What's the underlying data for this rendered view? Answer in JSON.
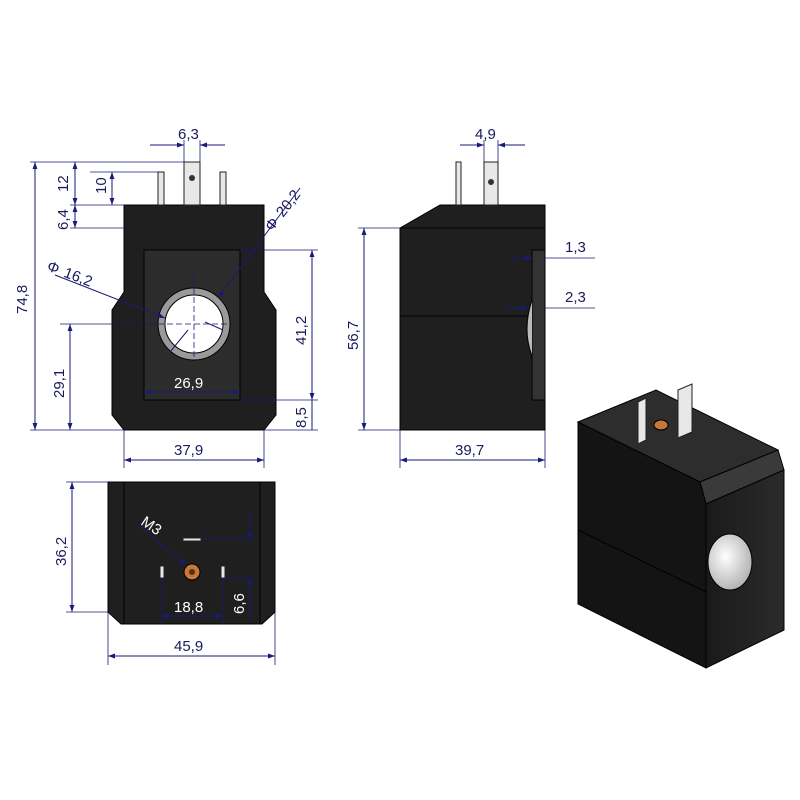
{
  "colors": {
    "dimension": "#1a1a7a",
    "body": "#1f1f1f",
    "pin": "#e8e8e8",
    "screw": "#c8773a"
  },
  "front_view": {
    "dims": {
      "terminal_spacing": "6,3",
      "terminal_height_12": "12",
      "terminal_height_10": "10",
      "terminal_base": "6,4",
      "total_height": "74,8",
      "hole_outer": "20,2",
      "hole_inner": "16,2",
      "plate_height": "41,2",
      "hole_center": "29,1",
      "plate_width": "26,9",
      "plate_bottom": "8,5",
      "width": "37,9"
    },
    "symbols": {
      "diameter": "Φ"
    }
  },
  "side_view": {
    "dims": {
      "pin_width": "4,9",
      "recess_1": "1,3",
      "recess_2": "2,3",
      "height": "56,7",
      "depth": "39,7"
    }
  },
  "bottom_view": {
    "dims": {
      "height": "36,2",
      "thread": "M3",
      "pin_spacing": "18,8",
      "pin_offset": "6,6",
      "width": "45,9"
    }
  }
}
